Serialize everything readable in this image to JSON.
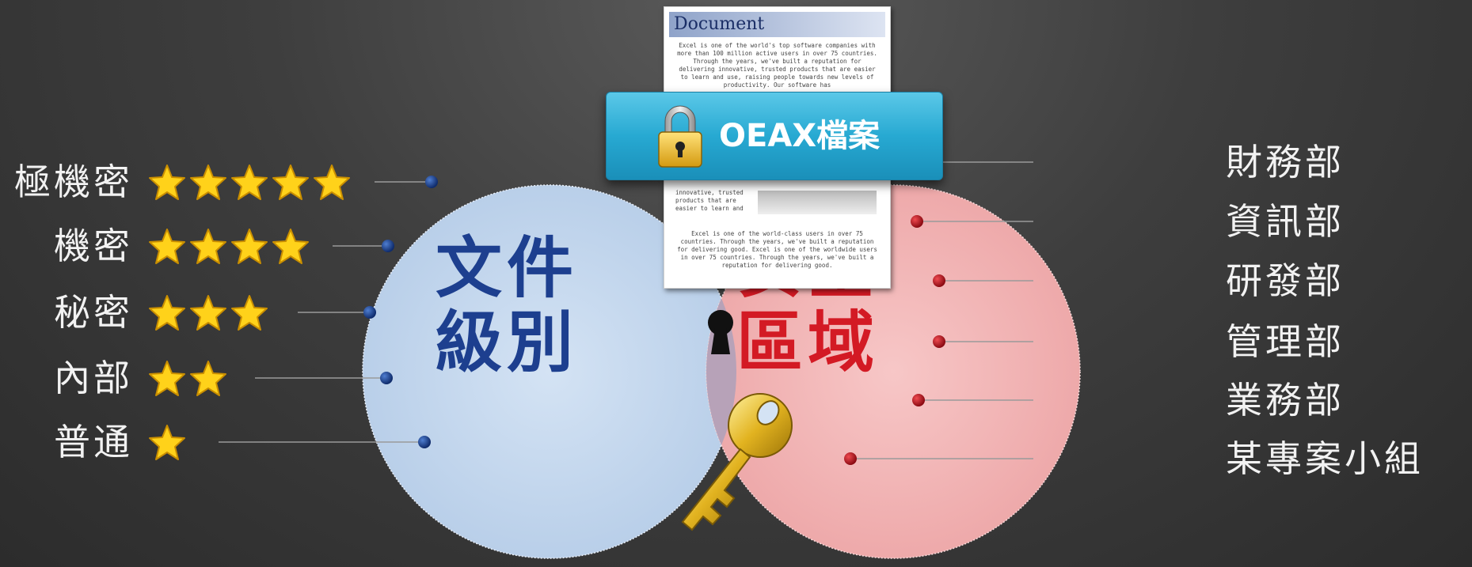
{
  "document": {
    "header": "Document",
    "body_top": "Excel is one of the world's top software companies with more than 100 million active users in over 75 countries. Through the years, we've built a reputation for delivering innovative, trusted products that are easier to learn and use, raising people towards new levels of productivity. Our software has",
    "body_mid": "innovative, trusted products that are easier to learn and",
    "body_bottom": "Excel is one of the world-class users in over 75 countries. Through the years, we've built a reputation for delivering good. Excel is one of the worldwide users in over 75 countries. Through the years, we've built a reputation for delivering good."
  },
  "file_badge": {
    "label": "OEAX檔案",
    "icon": "padlock-icon"
  },
  "diagram": {
    "left_circle": {
      "line1": "文件",
      "line2": "級別",
      "fill": "#c5d8ee",
      "text_color": "#1d3f8f"
    },
    "right_circle": {
      "line1": "安全",
      "line2": "區域",
      "fill": "#f3b9ba",
      "text_color": "#d31a24"
    },
    "center_icon": "keyhole-icon",
    "key_icon": "key-icon"
  },
  "levels": [
    {
      "label": "極機密",
      "stars": 5
    },
    {
      "label": "機密",
      "stars": 4
    },
    {
      "label": "秘密",
      "stars": 3
    },
    {
      "label": "內部",
      "stars": 2
    },
    {
      "label": "普通",
      "stars": 1
    }
  ],
  "departments": [
    {
      "label": "財務部"
    },
    {
      "label": "資訊部"
    },
    {
      "label": "研發部"
    },
    {
      "label": "管理部"
    },
    {
      "label": "業務部"
    },
    {
      "label": "某專案小組"
    }
  ],
  "colors": {
    "left_dot": "#1b3f8c",
    "right_dot": "#c1121f",
    "connector": "#9a9a9a",
    "star": "#ffd21a"
  }
}
